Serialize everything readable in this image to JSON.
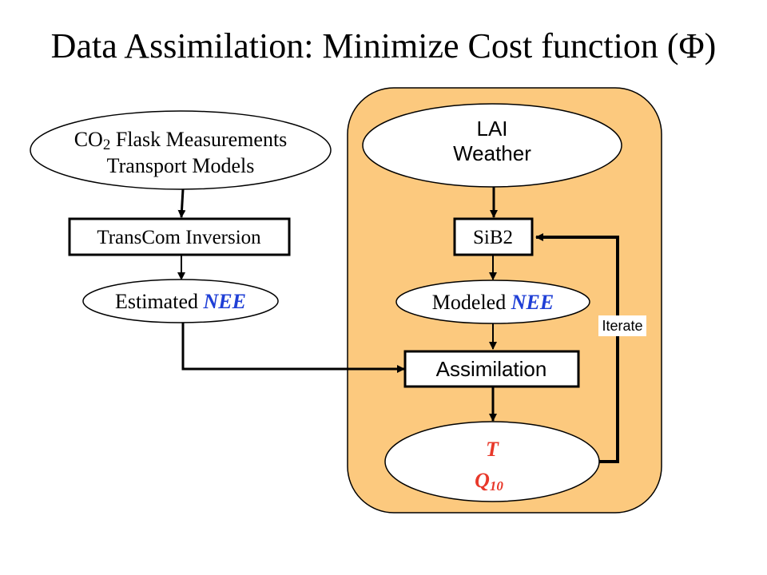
{
  "title": {
    "prefix": "Data Assimilation: Minimize Cost function (",
    "symbol": "Φ",
    "suffix": ")"
  },
  "nodes": {
    "co2_flask": {
      "line1_main": "CO",
      "line1_sub": "2",
      "line1_rest": " Flask Measurements",
      "line2": "Transport Models"
    },
    "transcom": {
      "label": "TransCom Inversion"
    },
    "estimated_nee": {
      "label": "Estimated ",
      "emphasis": "NEE"
    },
    "lai_weather": {
      "line1": "LAI",
      "line2": "Weather"
    },
    "sib2": {
      "label": "SiB2"
    },
    "modeled_nee": {
      "label": "Modeled ",
      "emphasis": "NEE"
    },
    "assimilation": {
      "label": "Assimilation"
    },
    "params": {
      "line1": "T",
      "line2_main": "Q",
      "line2_sub": "10"
    },
    "iterate": {
      "label": "Iterate"
    }
  },
  "colors": {
    "panel_fill": "#FCC97E",
    "emphasis_blue": "#1F3FD6",
    "param_red": "#E8382A",
    "stroke": "#000000"
  }
}
